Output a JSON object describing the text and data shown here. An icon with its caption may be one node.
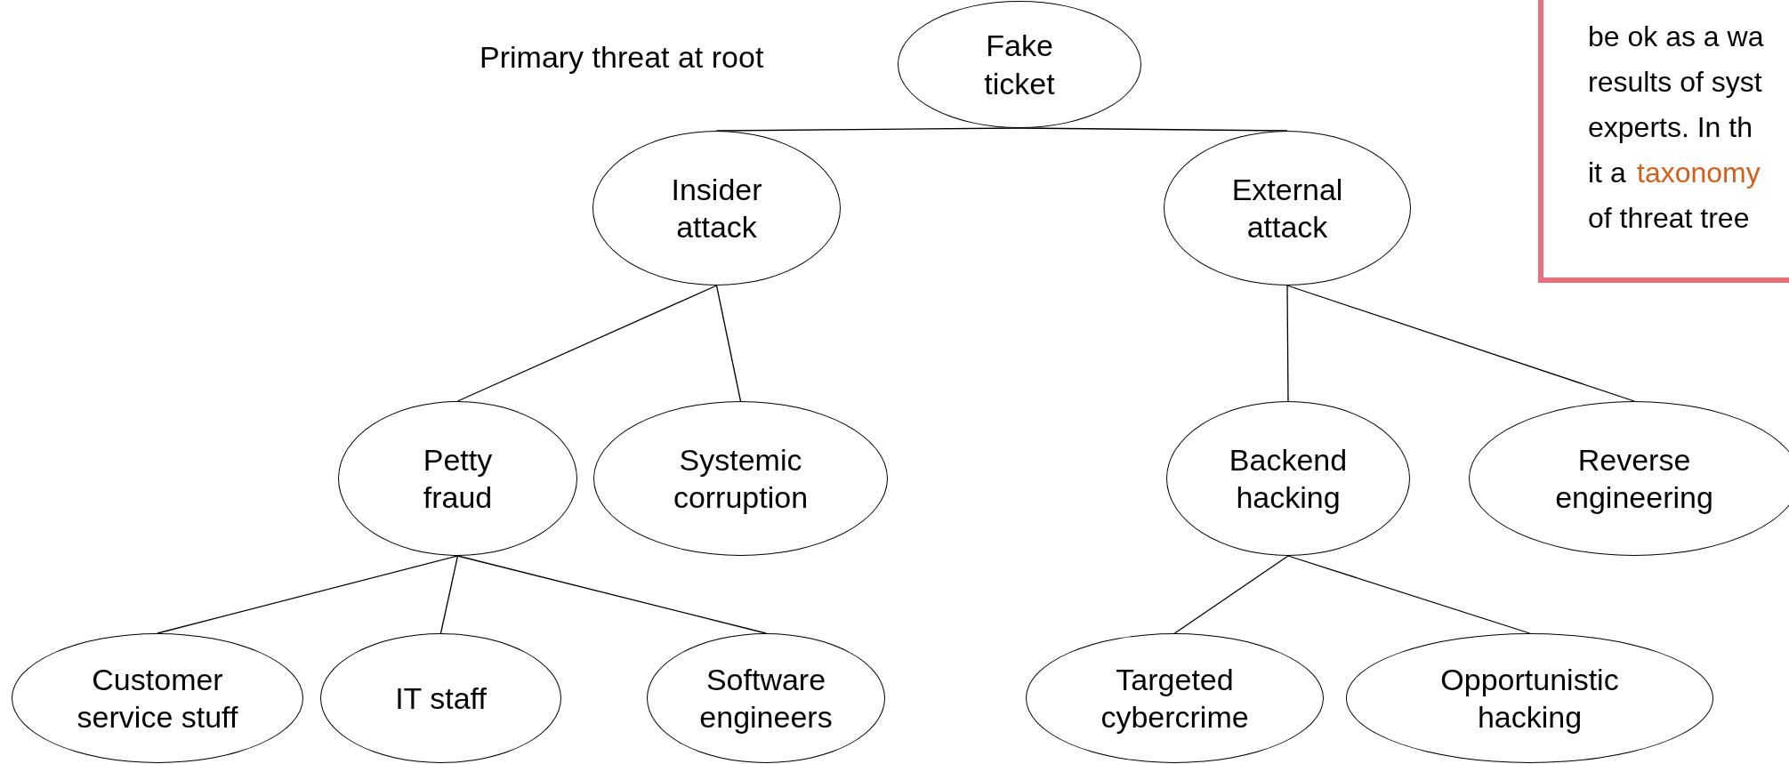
{
  "diagram": {
    "nodes": [
      {
        "text": [
          "Fake ticket"
        ]
      },
      {
        "text": [
          "Insider attack"
        ]
      },
      {
        "text": [
          "External attack"
        ]
      },
      {
        "text": [
          "Petty fraud"
        ]
      },
      {
        "text": [
          "Systemic corruption"
        ]
      },
      {
        "text": [
          "Backend hacking"
        ]
      },
      {
        "text": [
          "Reverse engineering"
        ]
      },
      {
        "text": [
          "Customer service stuff"
        ]
      },
      {
        "text": [
          "IT staff"
        ]
      },
      {
        "text": [
          "Software engineers"
        ]
      },
      {
        "text": [
          "Targeted cybercrime"
        ]
      },
      {
        "text": [
          "Opportunistic hacking"
        ]
      }
    ],
    "edges": [
      {
        "from": 0,
        "to": 1,
        "arrow": "none"
      },
      {
        "from": 0,
        "to": 2,
        "arrow": "none"
      },
      {
        "from": 1,
        "to": 3,
        "arrow": "none"
      },
      {
        "from": 1,
        "to": 4,
        "arrow": "none"
      },
      {
        "from": 2,
        "to": 5,
        "arrow": "none"
      },
      {
        "from": 2,
        "to": 6,
        "arrow": "none"
      },
      {
        "from": 3,
        "to": 7,
        "arrow": "none"
      },
      {
        "from": 3,
        "to": 8,
        "arrow": "none"
      },
      {
        "from": 3,
        "to": 9,
        "arrow": "none"
      },
      {
        "from": 5,
        "to": 10,
        "arrow": "none"
      },
      {
        "from": 5,
        "to": 11,
        "arrow": "none"
      }
    ],
    "labels": [
      "Primary threat at root",
      "be ok as a wa",
      "results of syst",
      "experts. In th",
      "it a",
      "taxonomy",
      "of threat tree"
    ]
  }
}
